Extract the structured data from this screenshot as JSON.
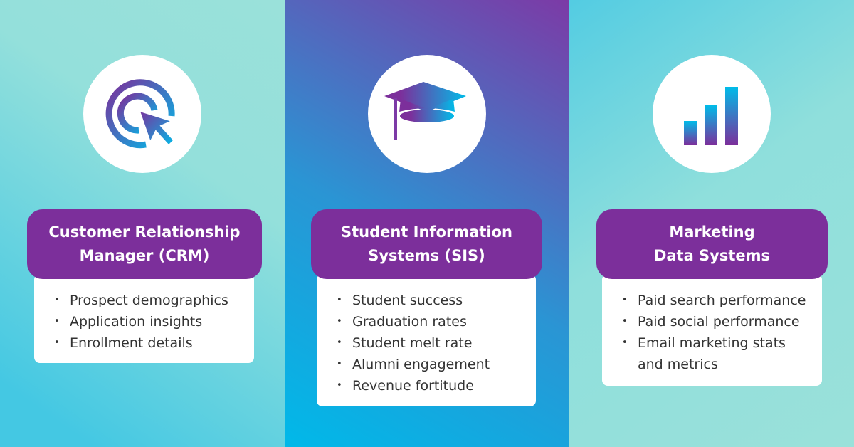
{
  "panels": [
    {
      "title_line1": "Customer Relationship",
      "title_line2": "Manager (CRM)",
      "icon": "target-cursor-icon",
      "items": [
        "Prospect demographics",
        "Application insights",
        "Enrollment details"
      ]
    },
    {
      "title_line1": "Student Information",
      "title_line2": "Systems (SIS)",
      "icon": "graduation-cap-icon",
      "items": [
        "Student success",
        "Graduation rates",
        "Student melt rate",
        "Alumni engagement",
        "Revenue fortitude"
      ]
    },
    {
      "title_line1": "Marketing",
      "title_line2": "Data Systems",
      "icon": "bar-chart-icon",
      "items": [
        "Paid search performance",
        "Paid social performance",
        "Email marketing stats",
        "and metrics"
      ]
    }
  ],
  "colors": {
    "purple": "#7c2f9b",
    "cyan": "#00b9e9"
  }
}
